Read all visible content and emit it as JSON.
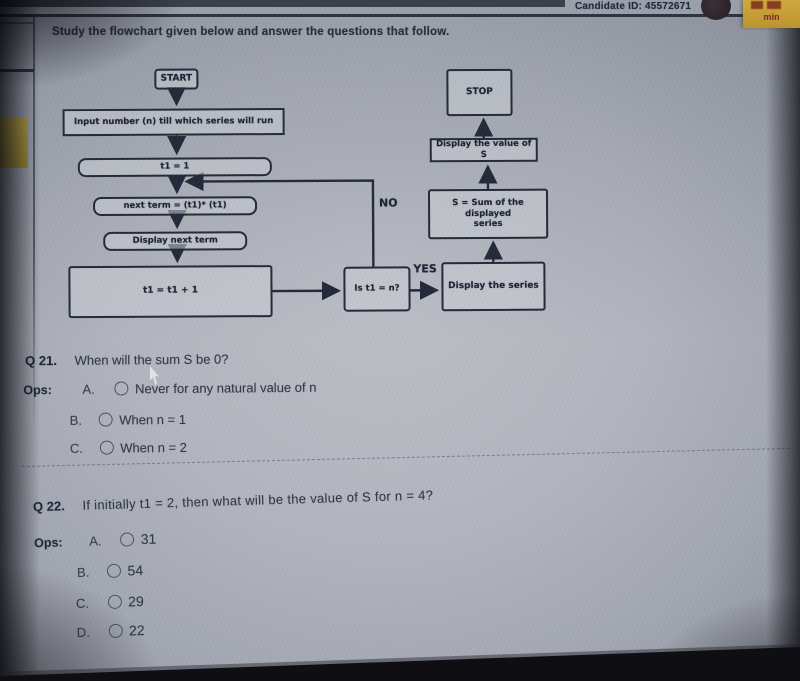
{
  "header": {
    "candidate_id": "Candidate ID: 45572671",
    "timer_unit": "min"
  },
  "instruction": "Study the flowchart given below and answer the questions that follow.",
  "flowchart": {
    "nodes": {
      "start": "START",
      "input": "Input number (n) till which series will run",
      "init": "t1 = 1",
      "next_term": "next term = (t1)* (t1)",
      "display_next": "Display next term",
      "increment": "t1 = t1 + 1",
      "decision": "Is t1 = n?",
      "display_series": "Display the series",
      "sum_line1": "S = Sum of the displayed",
      "sum_line2": "series",
      "display_s": "Display the value of S",
      "stop": "STOP"
    },
    "labels": {
      "no": "NO",
      "yes": "YES"
    }
  },
  "questions": [
    {
      "number": "Q 21.",
      "text": "When will the sum S be 0?",
      "ops_label": "Ops:",
      "options": [
        {
          "letter": "A.",
          "text": "Never for any natural value of n"
        },
        {
          "letter": "B.",
          "text": "When n = 1"
        },
        {
          "letter": "C.",
          "text": "When n = 2"
        }
      ]
    },
    {
      "number": "Q 22.",
      "text": "If initially t1 = 2, then what will be the value of S for n = 4?",
      "ops_label": "Ops:",
      "options": [
        {
          "letter": "A.",
          "text": "31"
        },
        {
          "letter": "B.",
          "text": "54"
        },
        {
          "letter": "C.",
          "text": "29"
        },
        {
          "letter": "D.",
          "text": "22"
        }
      ]
    }
  ],
  "colors": {
    "accent_yellow": "#c9a23b",
    "timer_text_red": "#7c2b1e",
    "flowchart_navy": "#232938",
    "page_gray": "#b2b5bd"
  }
}
